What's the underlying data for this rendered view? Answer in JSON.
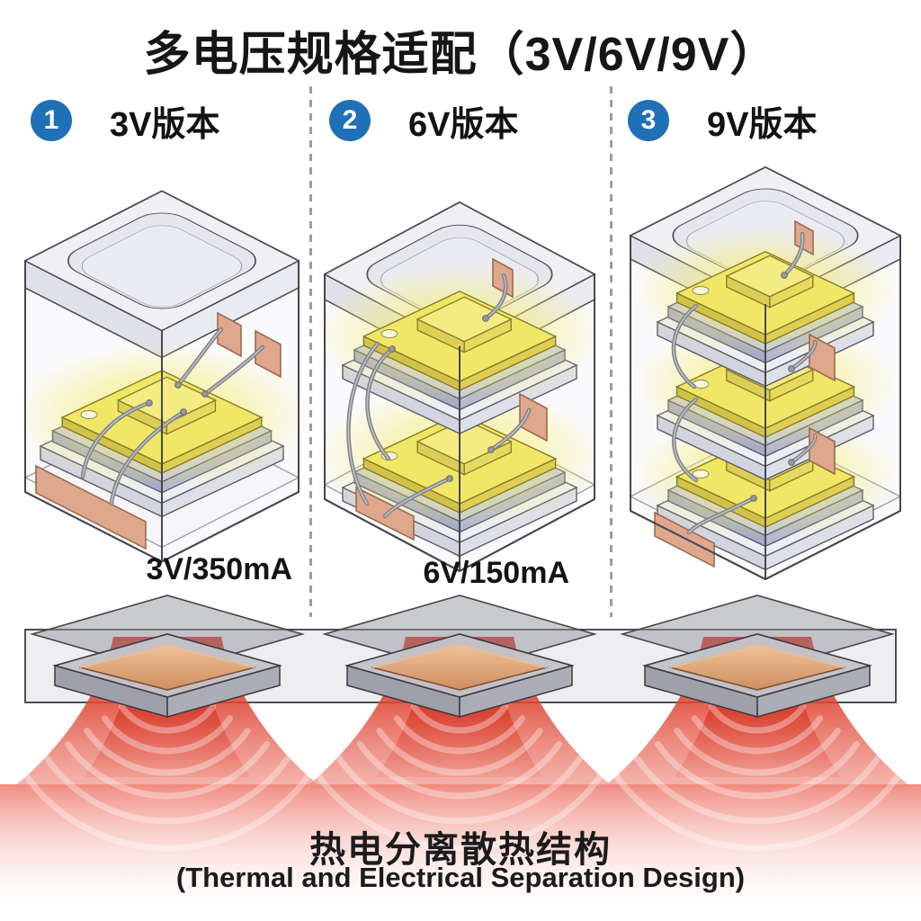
{
  "title": "多电压规格适配（3V/6V/9V）",
  "panels": [
    {
      "number": "1",
      "label": "3V版本",
      "current": "3V/350mA",
      "chips": 1
    },
    {
      "number": "2",
      "label": "6V版本",
      "current": "6V/150mA",
      "chips": 2
    },
    {
      "number": "3",
      "label": "9V版本",
      "current": "",
      "chips": 3
    }
  ],
  "footer": {
    "title_zh": "热电分离散热结构",
    "title_en": "(Thermal and Electrical Separation Design)"
  },
  "colors": {
    "accent_blue": "#1f70b6",
    "chip_yellow": "#f0e766",
    "substrate_lavender": "#c7cade",
    "copper_pad": "#dfa78b",
    "heat_red": "#d92414",
    "board_gray": "#c3c4ca",
    "divider_gray": "#9b9ba3",
    "text": "#161616"
  }
}
